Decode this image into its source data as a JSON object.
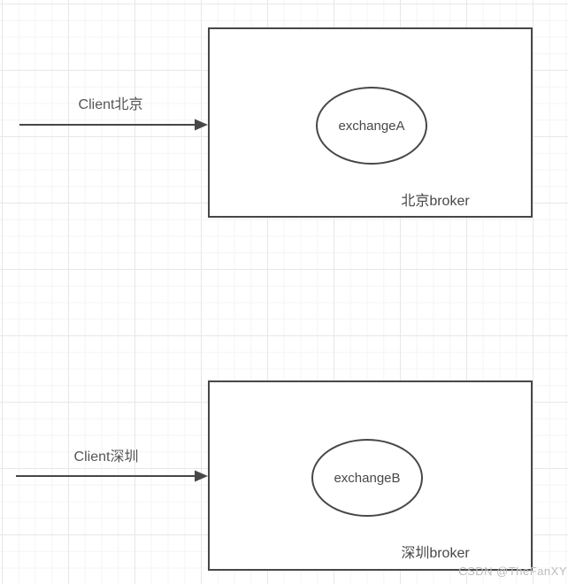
{
  "diagram": {
    "type": "flow-diagram",
    "colors": {
      "shape_stroke": "#474747",
      "shape_fill": "#ffffff",
      "text": "#474747",
      "grid_minor": "#f4f4f4",
      "grid_major": "#e7e7e7",
      "watermark": "#bcbcbc"
    },
    "nodes": {
      "beijing": {
        "client_label": "Client北京",
        "exchange_label": "exchangeA",
        "broker_label": "北京broker"
      },
      "shenzhen": {
        "client_label": "Client深圳",
        "exchange_label": "exchangeB",
        "broker_label": "深圳broker"
      }
    },
    "edges": [
      {
        "from": "Client北京",
        "to": "北京broker",
        "style": "solid-arrow"
      },
      {
        "from": "Client深圳",
        "to": "深圳broker",
        "style": "solid-arrow"
      }
    ],
    "watermark": "CSDN @TheFanXY"
  }
}
